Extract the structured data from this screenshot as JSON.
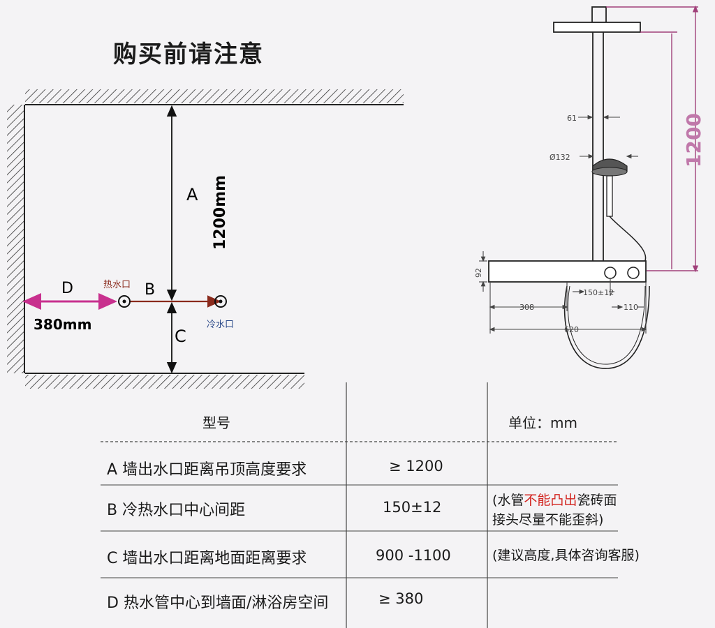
{
  "title": "购买前请注意",
  "left_diagram": {
    "label_a": "A",
    "dim_a": "1200mm",
    "label_b": "B",
    "label_c": "C",
    "label_d": "D",
    "dim_d": "380mm",
    "hot_inlet": "热水口",
    "cold_inlet": "冷水口"
  },
  "right_diagram": {
    "dim_height": "1200",
    "dim_pipe": "61",
    "dim_head": "Ø132",
    "dim_mixer_h": "92",
    "dim_spacing": "150±12",
    "dim_308": "308",
    "dim_110": "110",
    "dim_620": "620"
  },
  "table": {
    "header_model": "型号",
    "header_unit": "单位：mm",
    "rows": [
      {
        "letter": "A",
        "label": "墙出水口距离吊顶高度要求",
        "value": "≥ 1200",
        "note": ""
      },
      {
        "letter": "B",
        "label": "冷热水口中心间距",
        "value": "150±12",
        "note_prefix": "(水管",
        "note_red": "不能凸出",
        "note_suffix": "瓷砖面",
        "note_line2": "接头尽量不能歪斜)"
      },
      {
        "letter": "C",
        "label": "墙出水口距离地面距离要求",
        "value": "900 -1100",
        "note": "(建议高度,具体咨询客服)"
      },
      {
        "letter": "D",
        "label": "热水管中心到墙面/淋浴房空间",
        "value": "≥ 380",
        "note": ""
      }
    ]
  },
  "colors": {
    "pink": "#c8308e",
    "brown": "#8a2a1c",
    "magenta": "#a0407a",
    "blue": "#2d4b8a"
  }
}
